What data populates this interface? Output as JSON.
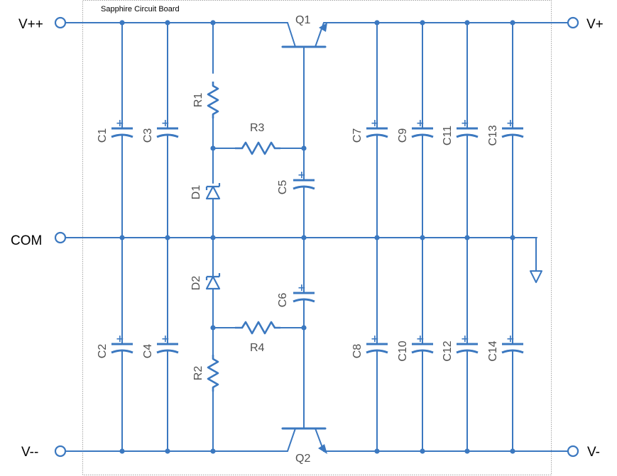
{
  "board": {
    "title": "Sapphire Circuit Board"
  },
  "terminals": {
    "vpp": "V++",
    "vp": "V+",
    "com": "COM",
    "vmm": "V--",
    "vm": "V-"
  },
  "components": {
    "q1": "Q1",
    "q2": "Q2",
    "r1": "R1",
    "r2": "R2",
    "r3": "R3",
    "r4": "R4",
    "d1": "D1",
    "d2": "D2",
    "c1": "C1",
    "c2": "C2",
    "c3": "C3",
    "c4": "C4",
    "c5": "C5",
    "c6": "C6",
    "c7": "C7",
    "c8": "C8",
    "c9": "C9",
    "c10": "C10",
    "c11": "C11",
    "c12": "C12",
    "c13": "C13",
    "c14": "C14"
  },
  "symbols": {
    "capacitor_polarity": "+",
    "ground": "ground-icon"
  },
  "colors": {
    "wire": "#3b78c0",
    "board_outline": "#a6a6a6",
    "component_label": "#4f4f4f"
  }
}
